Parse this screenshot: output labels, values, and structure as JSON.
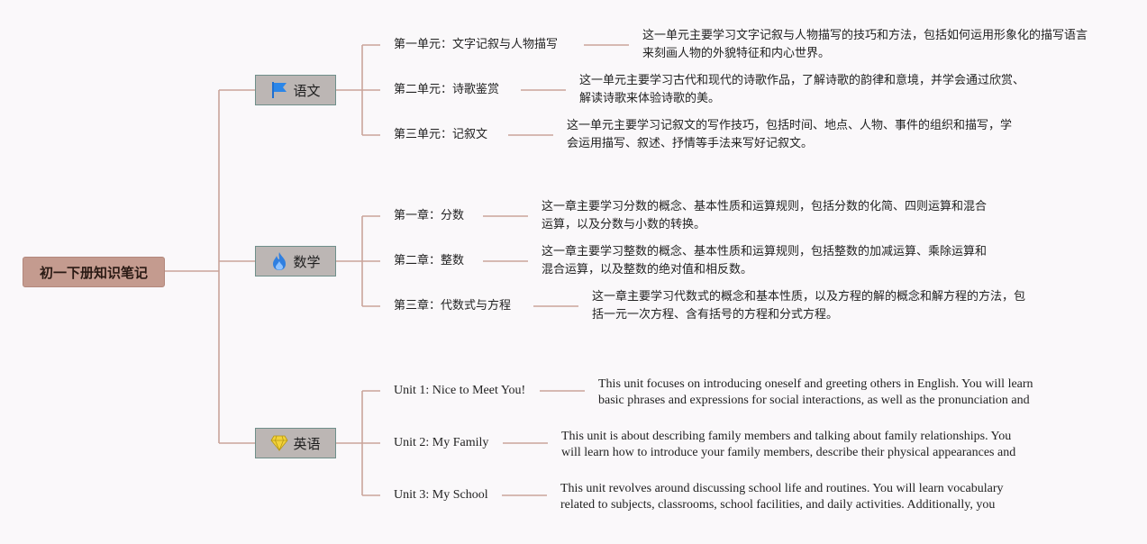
{
  "root": "初一下册知识笔记",
  "colors": {
    "line": "#c9a49a",
    "root_fill": "#c49b8f",
    "branch_fill": "#bcb6b4",
    "branch_border": "#6f8f8a"
  },
  "branches": [
    {
      "label": "语文",
      "icon": "flag-icon",
      "topics": [
        {
          "label": "第一单元：文字记叙与人物描写",
          "desc": "这一单元主要学习文字记叙与人物描写的技巧和方法，包括如何运用形象化的描写语言来刻画人物的外貌特征和内心世界。"
        },
        {
          "label": "第二单元：诗歌鉴赏",
          "desc": "这一单元主要学习古代和现代的诗歌作品，了解诗歌的韵律和意境，并学会通过欣赏、解读诗歌来体验诗歌的美。"
        },
        {
          "label": "第三单元：记叙文",
          "desc": "这一单元主要学习记叙文的写作技巧，包括时间、地点、人物、事件的组织和描写，学会运用描写、叙述、抒情等手法来写好记叙文。"
        }
      ]
    },
    {
      "label": "数学",
      "icon": "fire-icon",
      "topics": [
        {
          "label": "第一章：分数",
          "desc": "这一章主要学习分数的概念、基本性质和运算规则，包括分数的化简、四则运算和混合运算，以及分数与小数的转换。"
        },
        {
          "label": "第二章：整数",
          "desc": "这一章主要学习整数的概念、基本性质和运算规则，包括整数的加减运算、乘除运算和混合运算，以及整数的绝对值和相反数。"
        },
        {
          "label": "第三章：代数式与方程",
          "desc": "这一章主要学习代数式的概念和基本性质，以及方程的解的概念和解方程的方法，包括一元一次方程、含有括号的方程和分式方程。"
        }
      ]
    },
    {
      "label": "英语",
      "icon": "gem-icon",
      "topics": [
        {
          "label": "Unit 1: Nice to Meet You!",
          "desc": "This unit focuses on introducing oneself and greeting others in English. You will learn basic phrases and expressions for social interactions, as well as the pronunciation and spelling of common English words."
        },
        {
          "label": "Unit 2: My Family",
          "desc": "This unit is about describing family members and talking about family relationships. You will learn how to introduce your family members, describe their physical appearances and personalities, and express your love for them."
        },
        {
          "label": "Unit 3: My School",
          "desc": "This unit revolves around discussing school life and routines. You will learn vocabulary related to subjects, classrooms, school facilities, and daily activities. Additionally, you will practice asking and answering questions about school."
        }
      ]
    }
  ]
}
